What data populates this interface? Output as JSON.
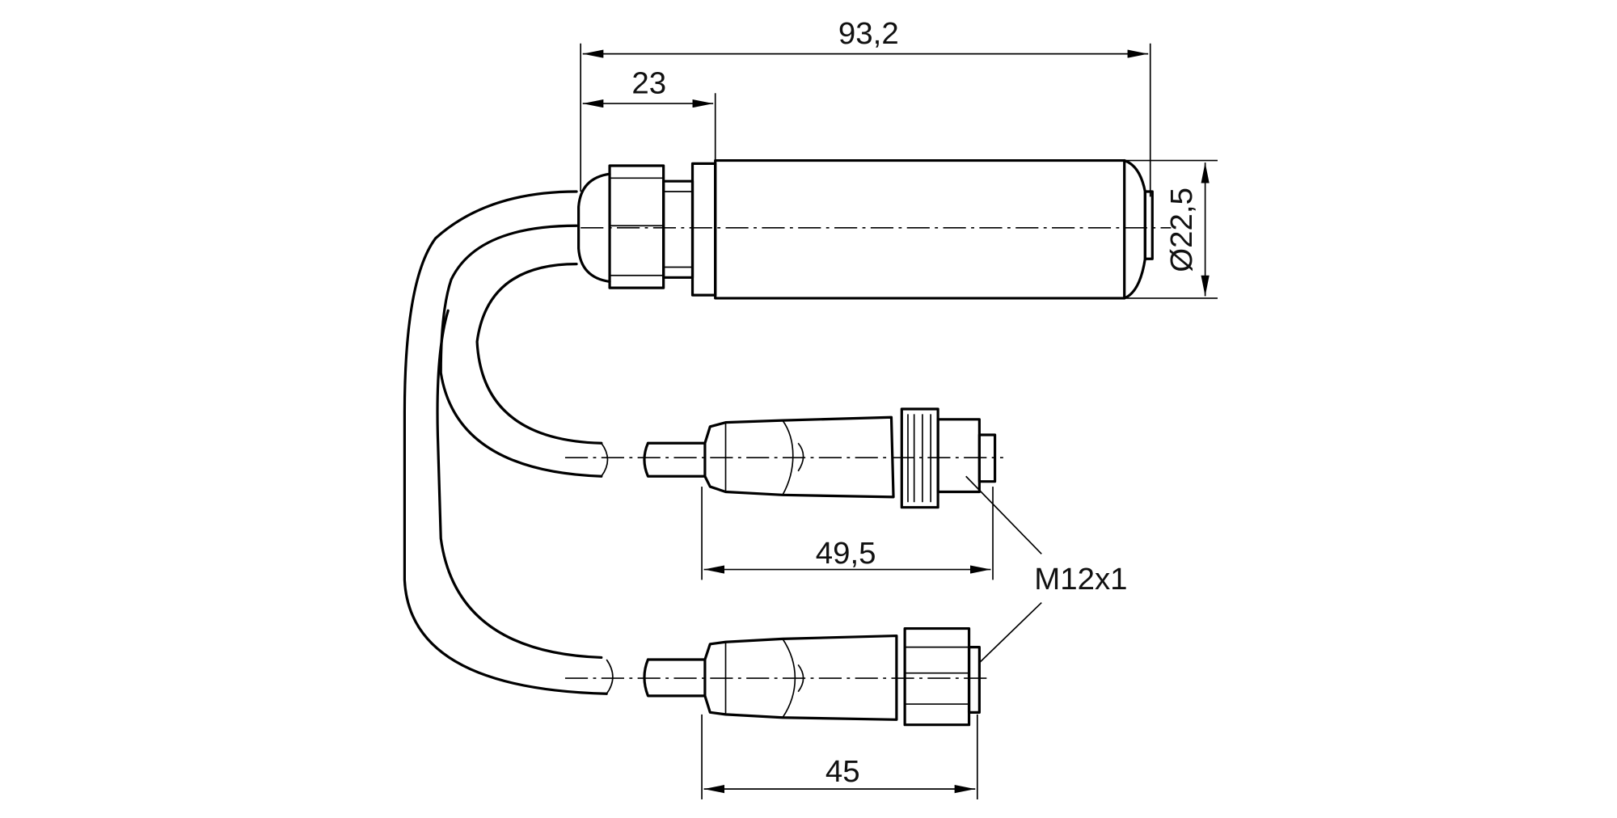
{
  "drawing": {
    "dimensions": {
      "overall_length": "93,2",
      "gland_length": "23",
      "diameter": "Ø22,5",
      "connector_a_length": "49,5",
      "connector_b_length": "45",
      "thread": "M12x1"
    },
    "line_color": "#000000",
    "background": "#ffffff"
  }
}
